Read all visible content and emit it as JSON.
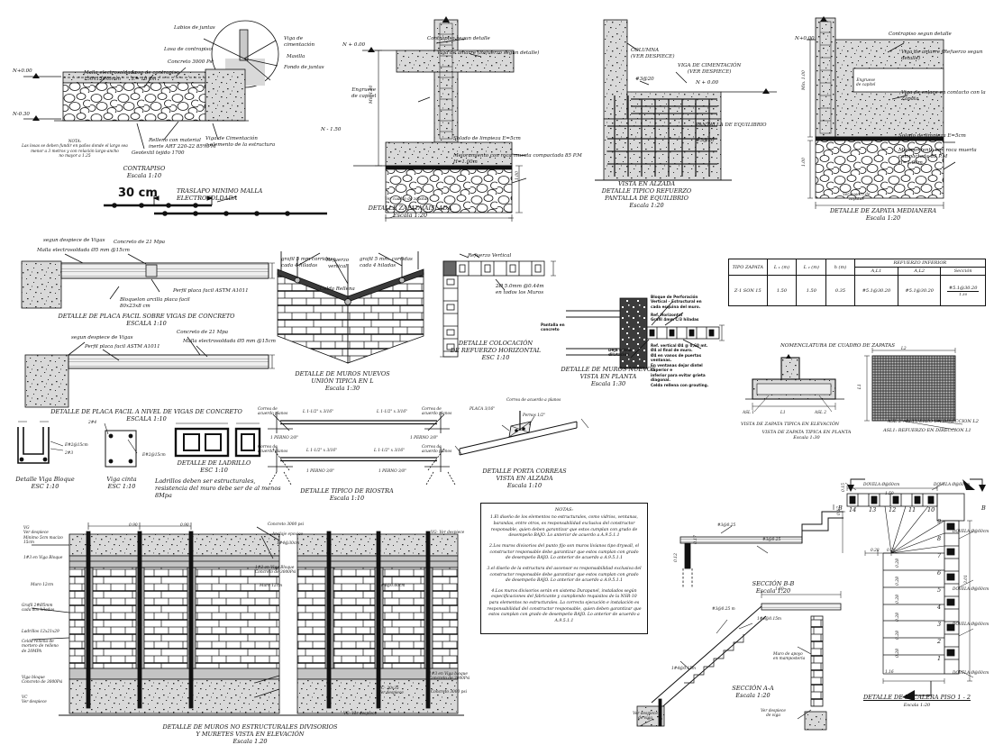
{
  "contrapiso": {
    "labios": "Labios de juntas",
    "losa": "Losa de contrapiso",
    "concreto": "Concreto 3000 Psi",
    "viga_cim_c": "Viga de\ncimentación",
    "masilla": "Masilla",
    "fondo": "Fondo de juntas",
    "malla": "Malla electrosoldada\n150x150x6mm",
    "losa_e": "Losa de contrapiso\nE= 10 cm",
    "n0": "N+0.00",
    "n30": "N-0.30",
    "nota": "NOTA:\nLas losas se deben fundir en paños donde el largo sea\nmenor a 3 metros y con relación largo-ancho\nno mayor a 1.25",
    "relleno": "Relleno con material\ninerte ART 220-22 85%PM",
    "geotextil": "Geotextil tejido 1700",
    "viga_cim": "Viga de Cimentación\no elemento de la estructura",
    "caption": "CONTRAPISO\nEscala 1:10"
  },
  "traslapo": {
    "dim": "30 cm",
    "label": "TRASLAPO MINIMO MALLA\nELECTROSOLDADA"
  },
  "zapata_aislada": {
    "n0": "N + 0.00",
    "contrapiso": "Contrapiso  segun detalle",
    "viga": "Viga de amarre (Refuerzo segun detalle)",
    "engruese": "Engruese\nde capitel",
    "n150": "N - 1.50",
    "solado": "Solado de limpieza E=5cm",
    "mejoramiento": "Mejoramiento con roca muerta compactada 85 P.M\nH=1.00m",
    "dim_left": "Min 1.00",
    "dim_right": "1.00",
    "ver_cuadro": "Ver cuadro de zapatas",
    "caption": "DETALLE ZAPATA AISLADA\nEscala 1:20"
  },
  "pantalla": {
    "columna": "COLUMNA\n(VER DESPIECE)",
    "viga": "VIGA DE CIMENTACIÓN\n(VER DESPIECE)",
    "r1": "#3@20",
    "n0": "N + 0.00",
    "nombre": "PANTALLA DE EQUILIBRIO",
    "r2": "#3@20",
    "caption": "VISTA EN ALZADA\nDETALLE TIPICO REFUERZO\nPANTALLA DE EQUILIBRIO\nEscala 1:20"
  },
  "medianera": {
    "n0": "N+0.00",
    "contrapiso": "Contrapiso segun detalle",
    "viga": "Viga de amarre (Refuerzo segun detalle)",
    "engruese": "Engruese\nde capitel",
    "enlace": "Viga de enlace en contacto con la Zapata",
    "solado": "Solado de limpieza E=5cm",
    "mejoramiento": "Mejoramiento con roca muerta compactada 85 P.M\nH=1.00m",
    "dim1": "Min. 1.00",
    "dim2": "1.00",
    "ver_cuadro": "Ver cuadro de\nzapatas",
    "caption": "DETALLE DE ZAPATA MEDIANERA\nEscala 1:20"
  },
  "placa1": {
    "despiece": "segun despiece de Vigas",
    "malla": "Malla electrosoldada Ø5 mm @15cm",
    "concreto": "Concreto de 21 Mpa",
    "perfil": "Perfil placa facil ASTM A1011",
    "bloquelon": "Bloquelon arcilla placa facil\n80x23x8 cm",
    "caption": "DETALLE DE PLACA FACIL SOBRE VIGAS DE CONCRETO\nESCALA 1:10"
  },
  "placa2": {
    "despiece": "segun despiece de Vigas",
    "perfil": "Perfil placa facil ASTM A1011",
    "concreto": "Concreto de 21 Mpa",
    "malla": "Malla electrosoldada Ø5 mm @15cm",
    "caption": "DETALLE DE PLACA FACIL  A NIVEL DE VIGAS DE CONCRETO\nESCALA 1:10"
  },
  "muros_l": {
    "grafil_izq": "grafil 5 mm corridas\ncada 4 hiladas",
    "refuerzo": "Refuerzo\nvertical",
    "celda": "Celda Rellena",
    "grafil_der": "grafil 5 mm. corridas\ncada 4 hiladas",
    "caption": "DETALLE DE MUROS NUEVOS\nUNIÓN TIPICA EN L\nEscala 1:30"
  },
  "ref_horizontal": {
    "refuerzo": "Refuerzo Vertical",
    "barras": "2Ø 5.0mm @0.44m\nen todos los Muros",
    "caption": "DETALLE COLOCACIÓN\nDE REFUERZO HORIZONTAL\nESC 1:10"
  },
  "muros_planta": {
    "bloque": "Bloque de Perforación\nVertical – Estructural en\ncada esquina del muro.",
    "ref_h": "Ref. Horizontal\nGrafil 4mm C/3 hiladas",
    "pantalla": "Pantalla en\nconcreto",
    "estria": "Deja estría\ndilatación",
    "ref_v": "Ref. vertical Ø4 @ 0,60 mt.\nØ4 al final de muro.\nØ4 en vanos de puertas\nventanas.\nEn ventanas dejar dintel superior e\ninferior para evitar grieta diagonal.\nCelda rellena con grouting.",
    "caption": "DETALLE DE MUROS NUEVOS\nVISTA EN PLANTA\nEscala 1:30"
  },
  "cuadro": {
    "h_tipo": "TIPO\nZAPATA",
    "h_l1": "L ₁\n(m)",
    "h_l2": "L ₂\n(m)",
    "h_h": "h\n(m)",
    "h_ref": "REFUERZO INFERIOR",
    "h_asl1": "A,L1",
    "h_asl2": "A,L2",
    "h_sec": "Sección",
    "r_tipo": "Z-1\nSON 15",
    "r_l1": "1.50",
    "r_l2": "1.50",
    "r_h": "0.35",
    "r_asl1": "#5.1@30.20",
    "r_asl2": "#5.1@30.20",
    "r_sec": "#5.1@30.20",
    "r_sec_dim": "1.30"
  },
  "nomenclatura": {
    "title": "NOMENCLATURA DE CUADRO DE ZAPATAS",
    "asl1": "ASL 1",
    "asl2": "ASL 2",
    "l1": "L1",
    "l2": "L2",
    "cap_elev": "VISTA DE ZAPATA TIPICA EN ELEVACIÓN",
    "cap_planta": "VISTA DE ZAPATA TIPICA EN PLANTA\nEscala 1:30",
    "asl2_dir": "ASL 2 : REFUERZO EN DIRECCION L2",
    "asl1_dir": "ASL1: REFUERZO EN DIRECCION L1"
  },
  "viga_bloque": {
    "e": "E#2@15cm",
    "b": "2#3",
    "caption": "Detalle Viga Bloque\nESC 1:10"
  },
  "viga_cinta": {
    "b": "2#4",
    "e": "E#2@15cm",
    "caption": "Viga cinta\nESC 1:10"
  },
  "ladrillo": {
    "caption": "DETALLE DE LADRILLO\nESC 1:10",
    "nota": "Ladrillos deben ser estructurales,\nresistencia del muro debe ser de al menos\n8Mpa"
  },
  "riostra": {
    "correa": "Correa de acuerdo planos",
    "angulo": "L 1-1/2\" x 3/16\"",
    "perno": "1 PERNO 3/8\"",
    "caption": "DETALLE TIPICO DE RIOSTRA\nEscala 1:10"
  },
  "porta": {
    "placa": "PLACA 3/16\"",
    "correa": "Correa de acuerdo a planos",
    "pernos": "Pernos 1/2\"",
    "caption": "DETALLE PORTA CORREAS\nVISTA EN ALZADA\nEscala 1:10"
  },
  "notas": {
    "title": "NOTAS:",
    "n1": "1.El diseño de los elementos no estructurales, como vidrios, ventanas, barandas, entre otros, es responsabilidad exclusiva del constructor responsable, quien deben garantizar que estos cumplan con grado de desempeño BAJO. Lo anterior de acuerdo a A.9.5.1.1",
    "n2": "2.Los muros divisorios del punto fijo son muros livianos tipo drywall, el constructor responsable debe garantizar que estos cumplan con grado de desempeño BAJO. Lo anterior de acuerdo a A.9.5.1.1",
    "n3": "3.el diseño de la estructura del ascensor es responsabilidad exclusiva del constructor responsable debe garantizar que estos cumplan con grado de desempeño BAJO. Lo anterior de acuerdo a A.9.5.1.1",
    "n4": "4.Los muros divisorios serán en sistema Durapanel, instalados según especificaciones del fabricante y cumpliendo requisitos de la NSR-10 para elementos no estructurales. La correcta ejecución e instalación es responsabilidad del constructor responsable, quien deben garantizar que estos cumplan con grado de desempeño BAJO. Lo anterior de acuerdo a A.9.5.1.1"
  },
  "muros_div": {
    "vg_izq": "VG\nVer despiece\nMinimo 5cm macizo 15cm",
    "viga_bloque1": "1#3  en Viga Bloque",
    "muro12": "Muro 12cm",
    "grafil": "Grafil 2#Ø5mm\ncada dos hiladas",
    "ladrillos": "Ladrillos 12x21x29",
    "celda": "Celda rellena de\nmortero de relleno\nde 20MPA",
    "viga_bloque_inf": "Viga bloque\nConcreto de 3000Psi",
    "vc": "VC\nVer despiece",
    "concreto3000": "Concreto 3000 psi",
    "anclaje": "Anclaje epoxico",
    "r430": "1#4@30cm",
    "viga_bloque2": "1#3  en Viga Bloque\nConcreto de 3000Psi",
    "muro12b": "Muro 12cm",
    "r460": "1#4@0.60cm",
    "vg_der": "VG- Ver despiece",
    "viga_bloque3": "1#3  en Viga bloque\nConcreto de 3000Psi",
    "concreto3000b": "Concreto 3000 psi",
    "vc2": "VC- 30x35\nVer despiece",
    "vc3": "VC- Ver despiece",
    "d90": "0.90",
    "caption": "DETALLE DE MUROS NO ESTRUCTURALES DIVISORIOS\nY MURETES VISTA EN ELEVACIÓN\nEscala 1.20"
  },
  "seccion_b": {
    "r325": "#3@0.25",
    "d017": "0.17",
    "d012": "0.12",
    "caption": "SECCIÓN B-B\nEscala 1:20"
  },
  "seccion_a": {
    "d160": "1.60",
    "r325": "#3@0.25 m",
    "r415": "1#4@0.15m",
    "muro": "Muro de apoyo\nen mamposteria",
    "ver_viga": "Ver despiece\nde viga",
    "caption": "SECCIÓN A-A\nEscala 1:20"
  },
  "escalera": {
    "dovela": "DOVELA Ø@60cm",
    "b": "B",
    "steps": [
      "1",
      "2",
      "3",
      "4",
      "5",
      "6",
      "7",
      "8",
      "9",
      "10",
      "11",
      "12",
      "13",
      "14"
    ],
    "d150": "1.50",
    "d015": "0.15",
    "d028": "0.28",
    "d301": "3.01",
    "d116": "1.16",
    "caption_t": "DETALLE DE ESCALERA PISO 1 - 2",
    "caption_e": "Escala 1:20"
  }
}
